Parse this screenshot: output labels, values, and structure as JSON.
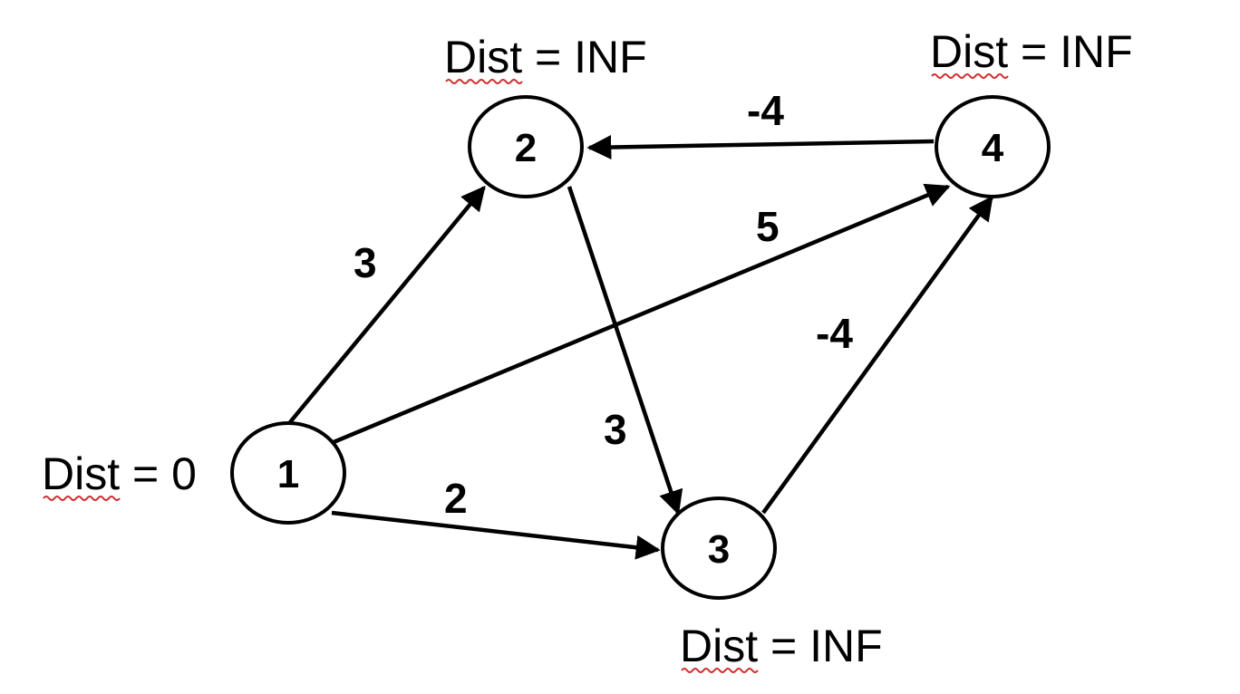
{
  "nodes": [
    {
      "id": "1",
      "label": "1",
      "dist_label": "Dist = 0"
    },
    {
      "id": "2",
      "label": "2",
      "dist_label": "Dist = INF"
    },
    {
      "id": "3",
      "label": "3",
      "dist_label": "Dist = INF"
    },
    {
      "id": "4",
      "label": "4",
      "dist_label": "Dist = INF"
    }
  ],
  "edges": [
    {
      "from": "1",
      "to": "2",
      "weight": "3"
    },
    {
      "from": "1",
      "to": "4",
      "weight": "5"
    },
    {
      "from": "1",
      "to": "3",
      "weight": "2"
    },
    {
      "from": "2",
      "to": "3",
      "weight": "3"
    },
    {
      "from": "3",
      "to": "4",
      "weight": "-4"
    },
    {
      "from": "4",
      "to": "2",
      "weight": "-4"
    }
  ],
  "colors": {
    "stroke": "#000000",
    "spellcheck_underline": "#d03030"
  }
}
